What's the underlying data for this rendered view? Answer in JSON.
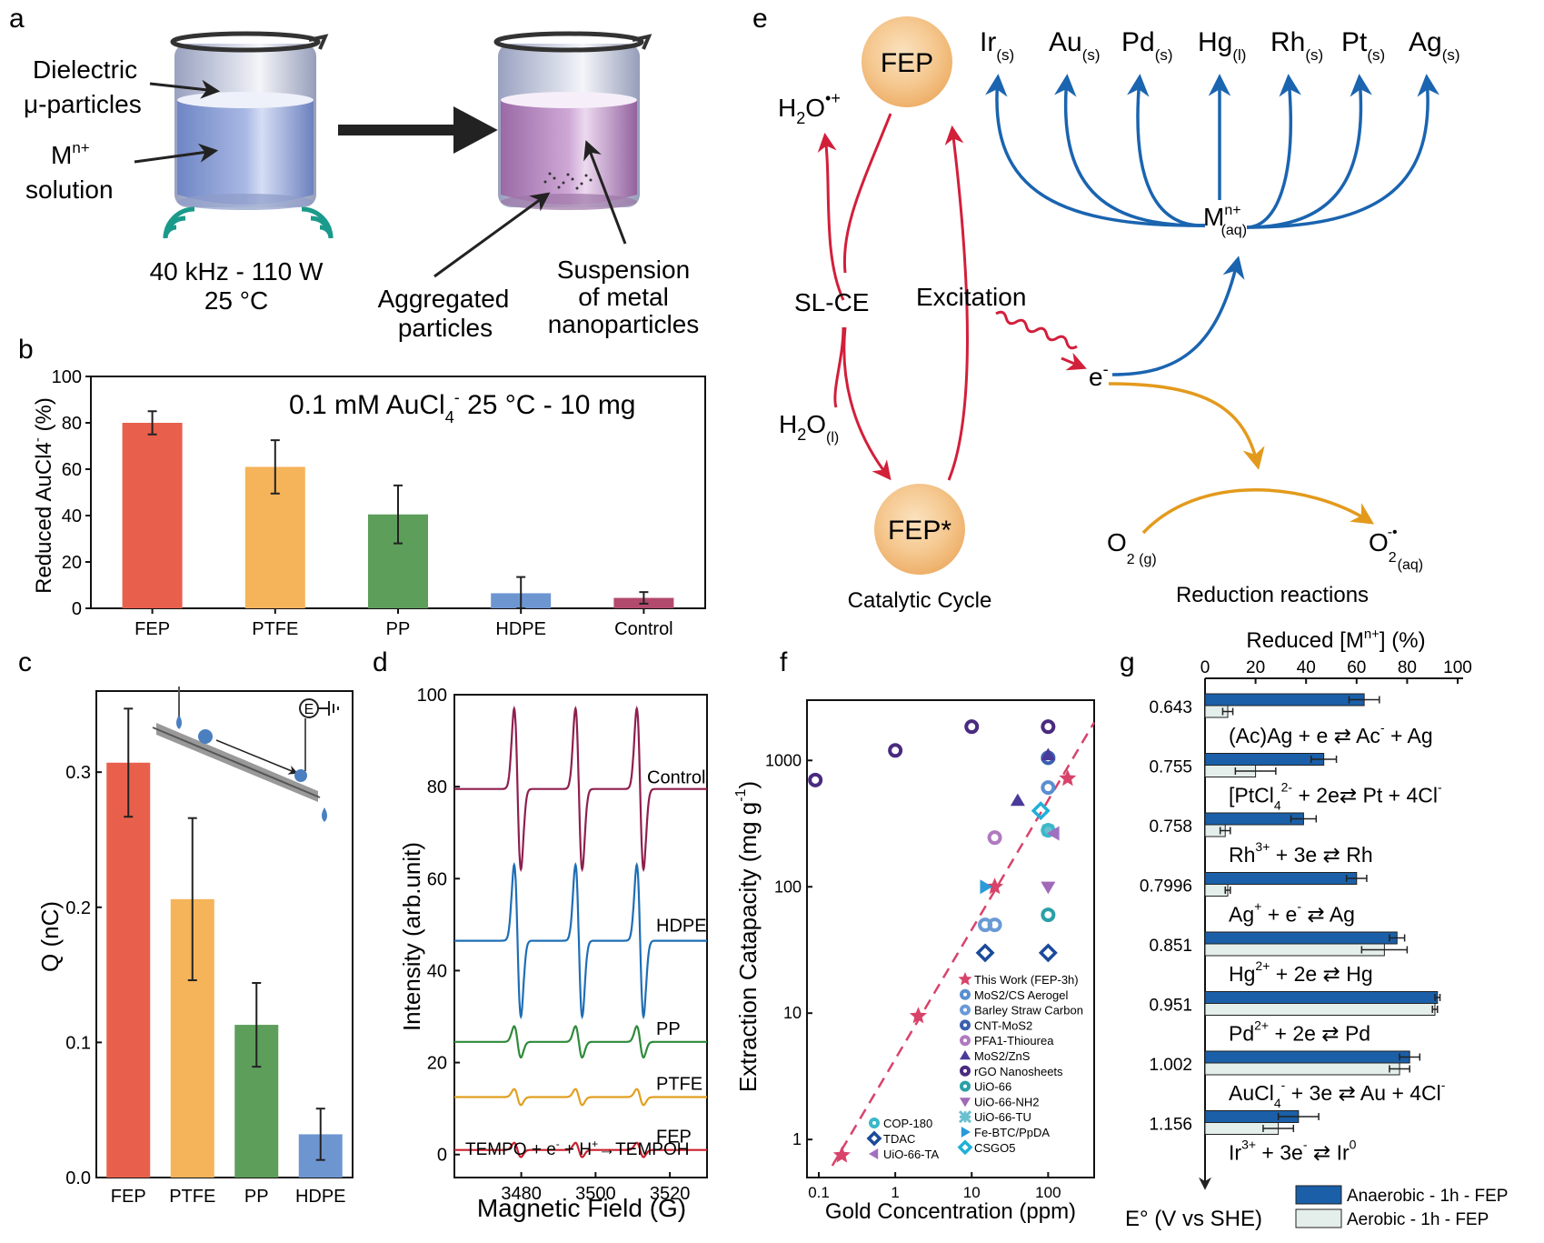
{
  "panel_letters": {
    "a": "a",
    "b": "b",
    "c": "c",
    "d": "d",
    "e": "e",
    "f": "f",
    "g": "g"
  },
  "panel_a": {
    "dielectric_1": "Dielectric",
    "dielectric_2": "μ-particles",
    "ion_1": "M",
    "ion_1_sup": "n+",
    "ion_2": "solution",
    "cond_1": "40 kHz - 110 W",
    "cond_2": "25 °C",
    "agg_1": "Aggregated",
    "agg_2": "particles",
    "susp_1": "Suspension",
    "susp_2": "of metal",
    "susp_3": "nanoparticles"
  },
  "panel_e": {
    "fep": "FEP",
    "fep_star": "FEP*",
    "h2o_rad": "H",
    "h2o_rad_sub": "2",
    "h2o_rad_o": "O",
    "h2o_rad_sup": "•+",
    "h2o_l": "H",
    "h2o_l_sub": "2",
    "h2o_l_o": "O",
    "h2o_l_phase": "(l)",
    "slce": "SL-CE",
    "excitation": "Excitation",
    "electron": "e",
    "electron_sup": "-",
    "catalytic_cycle": "Catalytic Cycle",
    "reduction_reactions": "Reduction reactions",
    "o2": "O",
    "o2_sub": "2 (g)",
    "o2_rad": "O",
    "o2_rad_sub": "2",
    "o2_rad_sup": "-•",
    "o2_rad_phase": "(aq)",
    "mn": "M",
    "mn_sup": "n+",
    "mn_sub": "(aq)",
    "metals": [
      {
        "el": "Ir",
        "ph": "(s)"
      },
      {
        "el": "Au",
        "ph": "(s)"
      },
      {
        "el": "Pd",
        "ph": "(s)"
      },
      {
        "el": "Hg",
        "ph": "(l)"
      },
      {
        "el": "Rh",
        "ph": "(s)"
      },
      {
        "el": "Pt",
        "ph": "(s)"
      },
      {
        "el": "Ag",
        "ph": "(s)"
      }
    ]
  },
  "chart_data": [
    {
      "panel": "b",
      "type": "bar",
      "title": "0.1 mM AuCl",
      "title_sub": "4",
      "title_sup": "-",
      "title_rest": " 25 °C - 10 mg",
      "ylabel": "Reduced AuCl4",
      "ylabel_sup": "-",
      "ylabel_unit": " (%)",
      "ylim": [
        0,
        100
      ],
      "yticks": [
        "0",
        "20",
        "40",
        "60",
        "80",
        "100"
      ],
      "categories": [
        "FEP",
        "PTFE",
        "PP",
        "HDPE",
        "Control"
      ],
      "values": [
        80,
        61,
        40.5,
        6.5,
        4.5
      ],
      "errors": [
        5,
        11.5,
        12.5,
        7,
        2.5
      ],
      "colors": [
        "#e8604c",
        "#f5b35a",
        "#5d9e5b",
        "#6d96d1",
        "#b24a6e"
      ]
    },
    {
      "panel": "c",
      "type": "bar",
      "ylabel": "Q (nC)",
      "ylim": [
        0,
        0.36
      ],
      "yticks": [
        "0.0",
        "0.1",
        "0.2",
        "0.3"
      ],
      "categories": [
        "FEP",
        "PTFE",
        "PP",
        "HDPE"
      ],
      "values": [
        0.307,
        0.206,
        0.113,
        0.032
      ],
      "errors": [
        0.04,
        0.06,
        0.031,
        0.019
      ],
      "colors": [
        "#e8604c",
        "#f5b35a",
        "#5d9e5b",
        "#6d96d1"
      ],
      "inset_symbol": "E"
    },
    {
      "panel": "d",
      "type": "line",
      "xlabel": "Magnetic Field (G)",
      "ylabel": "Intensity (arb.unit)",
      "xlim": [
        3462,
        3530
      ],
      "ylim": [
        -5,
        100
      ],
      "xticks": [
        "3480",
        "3500",
        "3520"
      ],
      "yticks": [
        "0",
        "20",
        "40",
        "60",
        "80",
        "100"
      ],
      "line_centers": [
        3479,
        3495.5,
        3512
      ],
      "annotation": "TEMPO + e",
      "annotation_sup1": "-",
      "annotation_mid": " + H",
      "annotation_sup2": "+",
      "annotation_end": "→TEMPOH",
      "series": [
        {
          "name": "Control",
          "baseline": 79.5,
          "amplitude": 18,
          "color": "#8e1f4f"
        },
        {
          "name": "HDPE",
          "baseline": 46.5,
          "amplitude": 17,
          "color": "#1f6eb5"
        },
        {
          "name": "PP",
          "baseline": 24.5,
          "amplitude": 3.5,
          "color": "#2e8b3a"
        },
        {
          "name": "PTFE",
          "baseline": 12.5,
          "amplitude": 1.8,
          "color": "#e0a020"
        },
        {
          "name": "FEP",
          "baseline": 1.0,
          "amplitude": 1.6,
          "color": "#c8202e"
        }
      ]
    },
    {
      "panel": "f",
      "type": "scatter",
      "xlabel": "Gold Concentration (ppm)",
      "ylabel": "Extraction Catapacity (mg g",
      "ylabel_sup": "-1",
      "ylabel_end": ")",
      "x_scale": "log",
      "y_scale": "log",
      "xlim": [
        0.07,
        400
      ],
      "ylim": [
        0.5,
        3000
      ],
      "xticks": [
        "0.1",
        "1",
        "10",
        "100"
      ],
      "yticks": [
        "1",
        "10",
        "100",
        "1000"
      ],
      "fit_line": [
        [
          0.15,
          0.62
        ],
        [
          400,
          2000
        ]
      ],
      "series": [
        {
          "name": "This Work (FEP-3h)",
          "marker": "star",
          "color": "#d8436a",
          "points": [
            [
              0.2,
              0.75
            ],
            [
              2,
              9.5
            ],
            [
              20,
              100
            ],
            [
              180,
              720
            ]
          ]
        },
        {
          "name": "MoS2/CS Aerogel",
          "marker": "ring",
          "color": "#5a8fd0",
          "points": [
            [
              100,
              610
            ]
          ]
        },
        {
          "name": "Barley Straw Carbon",
          "marker": "ring",
          "color": "#6a9ad6",
          "points": [
            [
              15,
              50
            ],
            [
              20,
              50
            ]
          ]
        },
        {
          "name": "CNT-MoS2",
          "marker": "ring",
          "color": "#3a5fb0",
          "points": [
            [
              100,
              1050
            ]
          ]
        },
        {
          "name": "PFA1-Thiourea",
          "marker": "ring",
          "color": "#b07ac0",
          "points": [
            [
              20,
              245
            ]
          ]
        },
        {
          "name": "MoS2/ZnS",
          "marker": "triangle-up",
          "color": "#4a3a9a",
          "points": [
            [
              40,
              480
            ],
            [
              100,
              1100
            ]
          ]
        },
        {
          "name": "rGO Nanosheets",
          "marker": "ring",
          "color": "#4a2a80",
          "points": [
            [
              0.09,
              700
            ],
            [
              1,
              1200
            ],
            [
              10,
              1850
            ],
            [
              100,
              1850
            ]
          ]
        },
        {
          "name": "UiO-66",
          "marker": "ring",
          "color": "#2aa0a8",
          "points": [
            [
              100,
              60
            ]
          ]
        },
        {
          "name": "UiO-66-NH2",
          "marker": "triangle-down",
          "color": "#a06ab8",
          "points": [
            [
              100,
              100
            ]
          ]
        },
        {
          "name": "UiO-66-TU",
          "marker": "cross",
          "color": "#6ac0d0",
          "points": [
            [
              100,
              280
            ]
          ]
        },
        {
          "name": "Fe-BTC/PpDA",
          "marker": "triangle-right",
          "color": "#2a9ad8",
          "points": [
            [
              15,
              100
            ]
          ]
        },
        {
          "name": "CSGO5",
          "marker": "diamond",
          "color": "#20b0d8",
          "points": [
            [
              80,
              400
            ]
          ]
        },
        {
          "name": "COP-180",
          "marker": "ring",
          "color": "#3ab8c8",
          "points": [
            [
              100,
              280
            ]
          ]
        },
        {
          "name": "TDAC",
          "marker": "diamond",
          "color": "#1a4a9a",
          "points": [
            [
              15,
              30
            ],
            [
              100,
              30
            ]
          ]
        },
        {
          "name": "UiO-66-TA",
          "marker": "triangle-left",
          "color": "#a070c0",
          "points": [
            [
              120,
              265
            ]
          ]
        }
      ],
      "legend_main": [
        "This Work (FEP-3h)",
        "MoS2/CS Aerogel",
        "Barley Straw Carbon",
        "CNT-MoS2",
        "PFA1-Thiourea",
        "MoS2/ZnS",
        "rGO Nanosheets",
        "UiO-66",
        "UiO-66-NH2",
        "UiO-66-TU",
        "Fe-BTC/PpDA",
        "CSGO5"
      ],
      "legend_small": [
        "COP-180",
        "TDAC",
        "UiO-66-TA"
      ]
    },
    {
      "panel": "g",
      "type": "bar",
      "orientation": "horizontal",
      "xlabel": "Reduced [M",
      "xlabel_sup": "n+",
      "xlabel_end": "] (%)",
      "ylabel": "E° (V vs SHE)",
      "xlim": [
        0,
        100
      ],
      "xticks": [
        "0",
        "20",
        "40",
        "60",
        "80",
        "100"
      ],
      "categories": [
        "0.643",
        "0.755",
        "0.758",
        "0.7996",
        "0.851",
        "0.951",
        "1.002",
        "1.156"
      ],
      "reactions": [
        {
          "pre": "(Ac)Ag + e",
          "arrow": " ⇄ ",
          "post": "Ac",
          "post_sup": "-",
          "post_end": " + Ag"
        },
        {
          "pre": "[PtCl",
          "pre_sub": "4",
          "pre_sup": "2-",
          "pre_end": " + 2e",
          "arrow": "⇄",
          "post": " Pt + 4Cl",
          "post_sup": "-",
          "post_end": ""
        },
        {
          "pre": "Rh",
          "pre_sup": "3+",
          "pre_end": " + 3e",
          "arrow": "  ⇄ ",
          "post": "Rh",
          "post_end": ""
        },
        {
          "pre": "Ag",
          "pre_sup": "+",
          "pre_end": " + e",
          "pre_sup2": "-",
          "arrow": "  ⇄ ",
          "post": "Ag",
          "post_end": ""
        },
        {
          "pre": "Hg",
          "pre_sup": "2+",
          "pre_end": " + 2e",
          "arrow": " ⇄ ",
          "post": "Hg",
          "post_end": ""
        },
        {
          "pre": "Pd",
          "pre_sup": "2+",
          "pre_end": " + 2e",
          "arrow": " ⇄ ",
          "post": "Pd",
          "post_end": ""
        },
        {
          "pre": "AuCl",
          "pre_sub": "4",
          "pre_sup": "-",
          "pre_end": " + 3e",
          "arrow": " ⇄ ",
          "post": "Au + 4Cl",
          "post_sup": "-",
          "post_end": ""
        },
        {
          "pre": "Ir",
          "pre_sup": "3+",
          "pre_end": " + 3e",
          "pre_sup2": "-",
          "arrow": "  ⇄ ",
          "post": "Ir",
          "post_sup": "0",
          "post_end": ""
        }
      ],
      "series": [
        {
          "name": "Anaerobic - 1h - FEP",
          "color": "#1a5fa8",
          "values": [
            63,
            47,
            39,
            60,
            76,
            92,
            81,
            37
          ],
          "errors": [
            6,
            5,
            5,
            4,
            3,
            1,
            4,
            8
          ]
        },
        {
          "name": "Aerobic - 1h - FEP",
          "color": "#e4eeea",
          "values": [
            9,
            20,
            8,
            9,
            71,
            91,
            77,
            29
          ],
          "errors": [
            2,
            8,
            2,
            1,
            9,
            1,
            4,
            6
          ]
        }
      ]
    }
  ]
}
